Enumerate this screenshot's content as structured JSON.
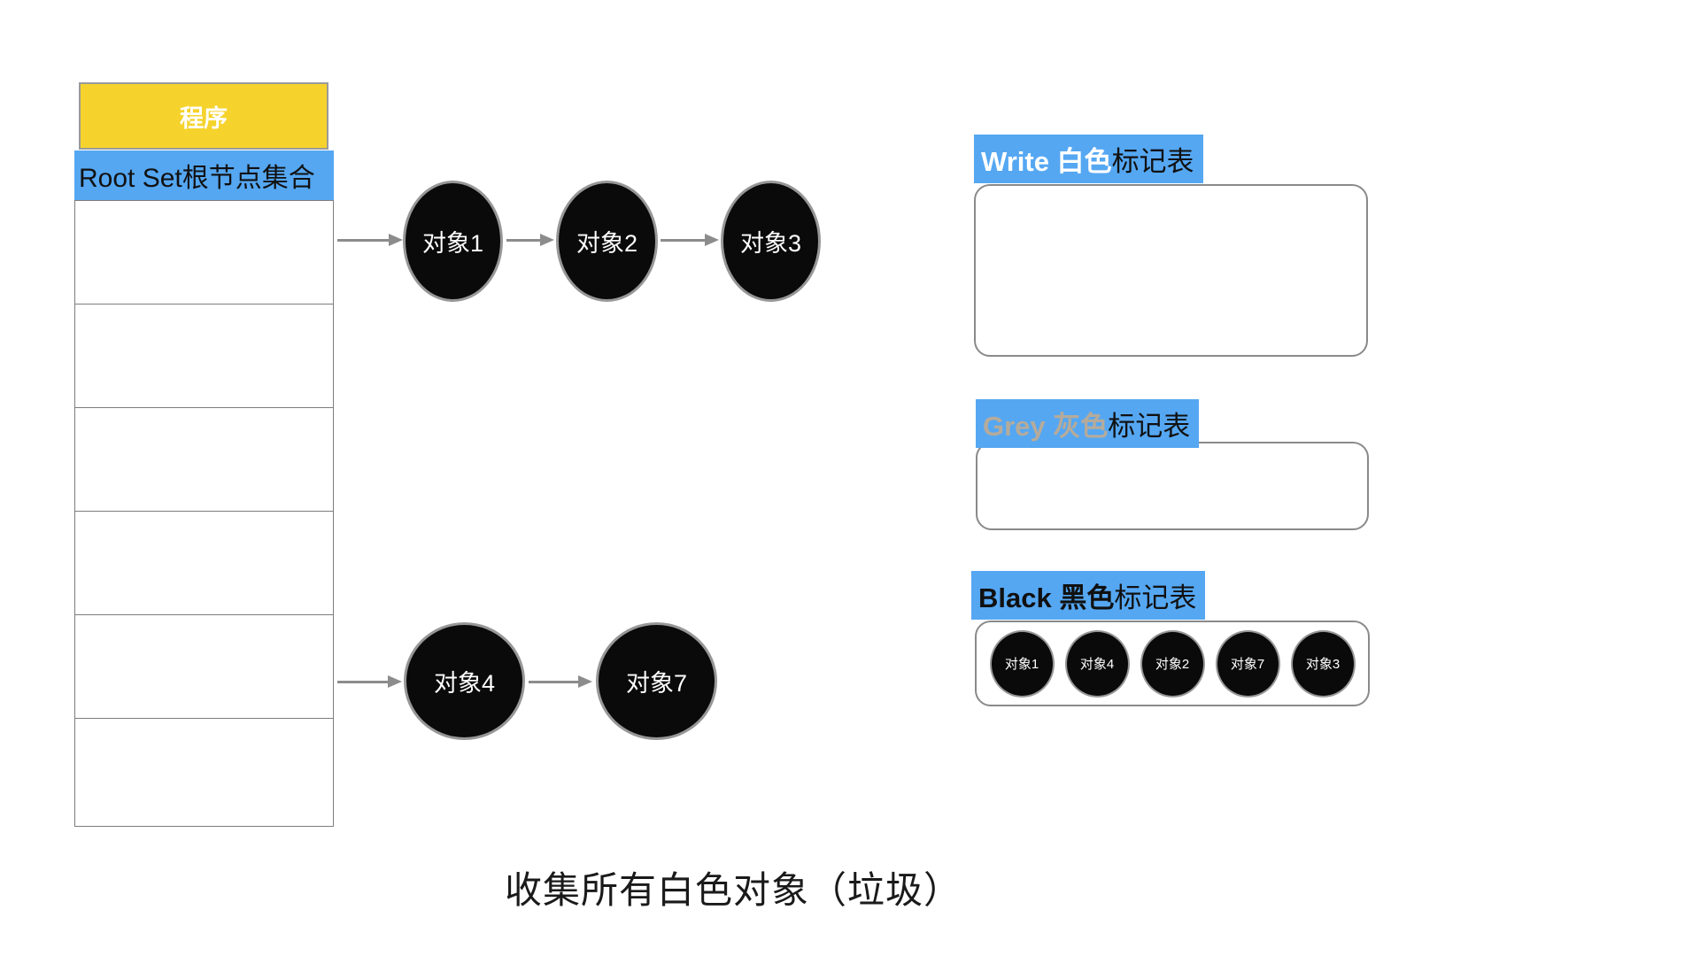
{
  "program": {
    "label": "程序"
  },
  "root_set": {
    "label": "Root Set根节点集合",
    "rows": 6
  },
  "objects": {
    "chain1": [
      "对象1",
      "对象2",
      "对象3"
    ],
    "chain2": [
      "对象4",
      "对象7"
    ]
  },
  "panels": {
    "white": {
      "label_strong": "Write 白色",
      "label_rest": "标记表",
      "items": []
    },
    "grey": {
      "label_strong": "Grey 灰色",
      "label_rest": "标记表",
      "items": []
    },
    "black": {
      "label_strong": "Black 黑色",
      "label_rest": "标记表",
      "items": [
        "对象1",
        "对象4",
        "对象2",
        "对象7",
        "对象3"
      ]
    }
  },
  "caption": "收集所有白色对象（垃圾）",
  "colors": {
    "accent_blue": "#55A7F2",
    "accent_yellow": "#F5D32C",
    "node_black": "#0A0A0A",
    "grey_text": "#B5AB9B",
    "line_grey": "#8C8C8C"
  }
}
